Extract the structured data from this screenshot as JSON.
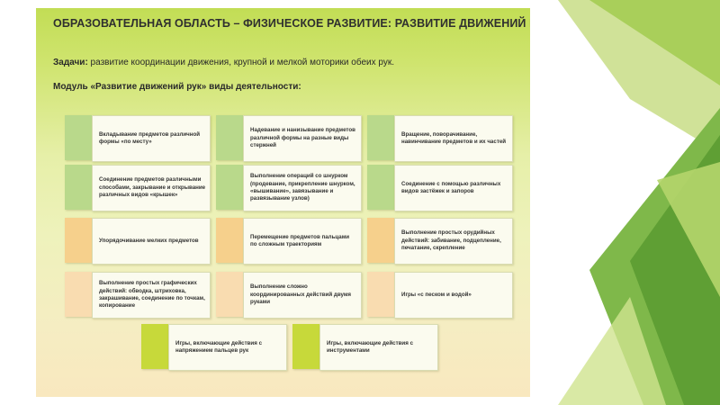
{
  "slide": {
    "title": "ОБРАЗОВАТЕЛЬНАЯ ОБЛАСТЬ – ФИЗИЧЕСКОЕ РАЗВИТИЕ:  РАЗВИТИЕ ДВИЖЕНИЙ РУК",
    "tasks_label": "Задачи:",
    "tasks_text": " развитие координации движения, крупной и мелкой моторики обеих рук.",
    "module": "Модуль «Развитие движений рук» виды деятельности:"
  },
  "colors": {
    "square_green": "#b9d98b",
    "square_orange": "#f6d08c",
    "square_peach": "#f9dcb0",
    "square_lime": "#c7d93a"
  },
  "activities": [
    {
      "text": "Вкладывание предметов различной формы «по месту»",
      "square": "square_green"
    },
    {
      "text": "Надевание и нанизывание предметов различной формы на разные виды стержней",
      "square": "square_green"
    },
    {
      "text": "Вращение, поворачивание, навинчивание предметов и их частей",
      "square": "square_green"
    },
    {
      "text": "Соединение предметов различными способами, закрывание и открывание различных видов «крышек»",
      "square": "square_green"
    },
    {
      "text": "Выполнение операций со шнурком (продевание, прикрепление шнурком, «вышивание», завязывание и развязывание узлов)",
      "square": "square_green"
    },
    {
      "text": "Соединение с помощью различных видов застёжек и запоров",
      "square": "square_green"
    },
    {
      "text": "Упорядочивание мелких предметов",
      "square": "square_orange"
    },
    {
      "text": "Перемещение предметов пальцами по сложным траекториям",
      "square": "square_orange"
    },
    {
      "text": "Выполнение простых орудийных действий: забивание, подцепление, печатание, скрепление",
      "square": "square_orange"
    },
    {
      "text": "Выполнение простых графических действий: обводка, штриховка, закрашивание, соединение по точкам, копирование",
      "square": "square_peach"
    },
    {
      "text": "Выполнение сложно координированных действий двумя руками",
      "square": "square_peach"
    },
    {
      "text": "Игры «с песком и водой»",
      "square": "square_peach"
    },
    {
      "text": "Игры, включающие действия с напряжением пальцев рук",
      "square": "square_lime"
    },
    {
      "text": "Игры, включающие действия с инструментами",
      "square": "square_lime"
    }
  ]
}
